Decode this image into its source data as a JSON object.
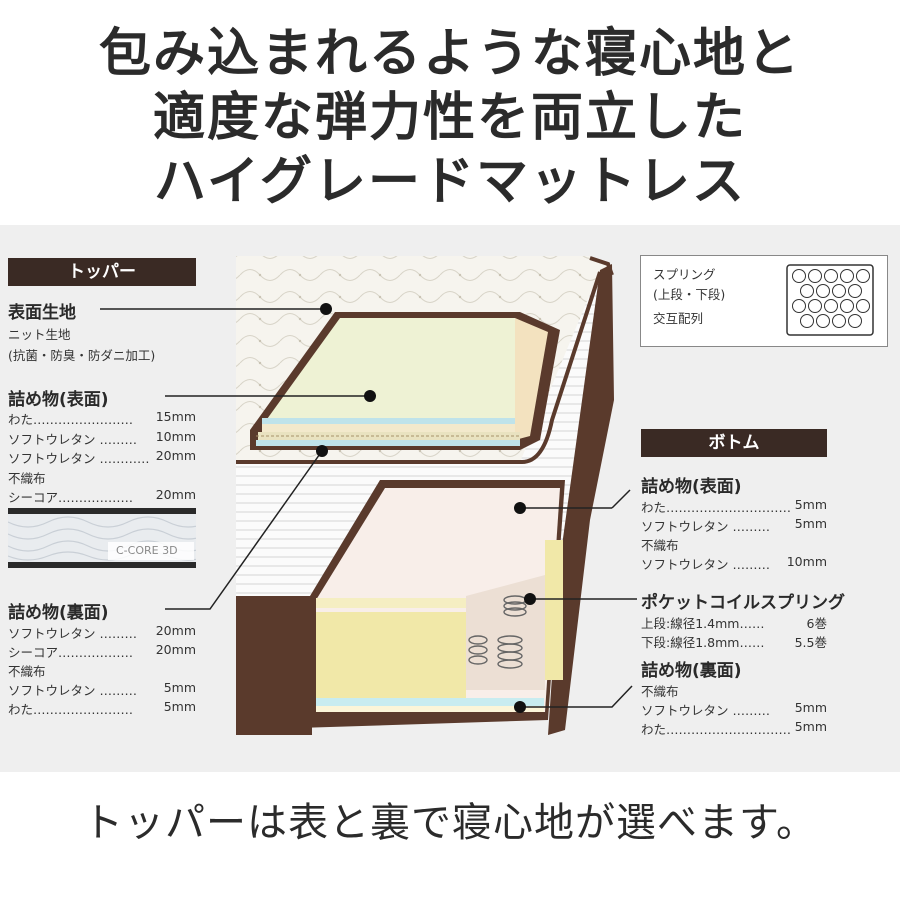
{
  "headline": {
    "line1": "包み込まれるような寝心地と",
    "line2": "適度な弾力性を両立した",
    "line3": "ハイグレードマットレス"
  },
  "footer": "トッパーは表と裏で寝心地が選べます。",
  "topper": {
    "tag": "トッパー",
    "surface": {
      "title": "表面生地",
      "line1": "ニット生地",
      "line2": "(抗菌・防臭・防ダニ加工)"
    },
    "filling_front": {
      "title": "詰め物(表面)",
      "rows": [
        {
          "name": "わた……………………",
          "value": "15mm"
        },
        {
          "name": "ソフトウレタン ………",
          "value": "10mm"
        },
        {
          "name": "ソフトウレタン …………",
          "value": "20mm"
        },
        {
          "name": "不織布",
          "value": ""
        },
        {
          "name": "シーコア………………",
          "value": "20mm"
        }
      ]
    },
    "ccore_label": "C-CORE 3D",
    "filling_back": {
      "title": "詰め物(裏面)",
      "rows": [
        {
          "name": "ソフトウレタン ………",
          "value": "20mm"
        },
        {
          "name": "シーコア………………",
          "value": "20mm"
        },
        {
          "name": "不織布",
          "value": ""
        },
        {
          "name": "ソフトウレタン ………",
          "value": "5mm"
        },
        {
          "name": "わた……………………",
          "value": "5mm"
        }
      ]
    }
  },
  "legend": {
    "line1": "スプリング",
    "line2": "(上段・下段)",
    "line3": "交互配列"
  },
  "bottom": {
    "tag": "ボトム",
    "filling_front": {
      "title": "詰め物(表面)",
      "rows": [
        {
          "name": "わた…………………………",
          "value": "5mm"
        },
        {
          "name": "ソフトウレタン ………",
          "value": "5mm"
        },
        {
          "name": "不織布",
          "value": ""
        },
        {
          "name": "ソフトウレタン ………",
          "value": "10mm"
        }
      ]
    },
    "spring": {
      "title": "ポケットコイルスプリング",
      "rows": [
        {
          "name": "上段:線径1.4mm……",
          "value": "6巻"
        },
        {
          "name": "下段:線径1.8mm……",
          "value": "5.5巻"
        }
      ]
    },
    "filling_back": {
      "title": "詰め物(裏面)",
      "rows": [
        {
          "name": "不織布",
          "value": ""
        },
        {
          "name": "ソフトウレタン ………",
          "value": "5mm"
        },
        {
          "name": "わた…………………………",
          "value": "5mm"
        }
      ]
    }
  },
  "colors": {
    "brown": "#5a3a2c",
    "tag_bg": "#3a2a24",
    "panel": "#efefef",
    "yellow": "#f1e8a8",
    "cream": "#f3e9cc"
  }
}
